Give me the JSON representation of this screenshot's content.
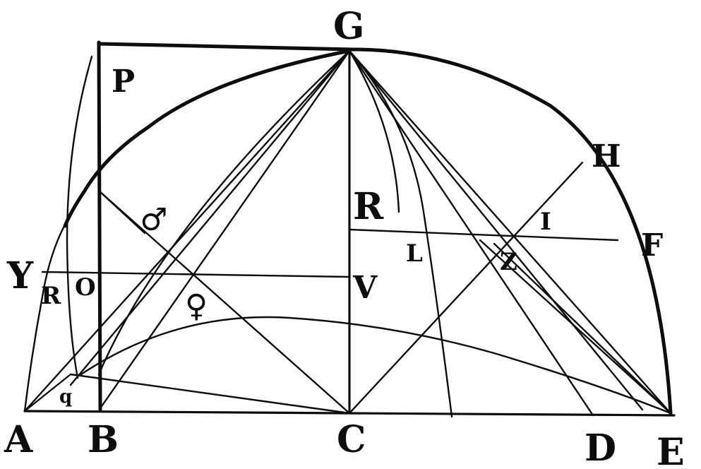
{
  "figure": {
    "labels": {
      "A": "A",
      "B": "B",
      "C": "C",
      "D": "D",
      "E": "E",
      "F": "F",
      "G": "G",
      "H": "H",
      "I": "I",
      "L": "L",
      "O": "O",
      "P": "P",
      "q": "q",
      "R_top": "R",
      "R_left": "R",
      "V": "V",
      "Y": "Y",
      "Z": "Z",
      "mars": "♂",
      "venus": "♀"
    }
  }
}
